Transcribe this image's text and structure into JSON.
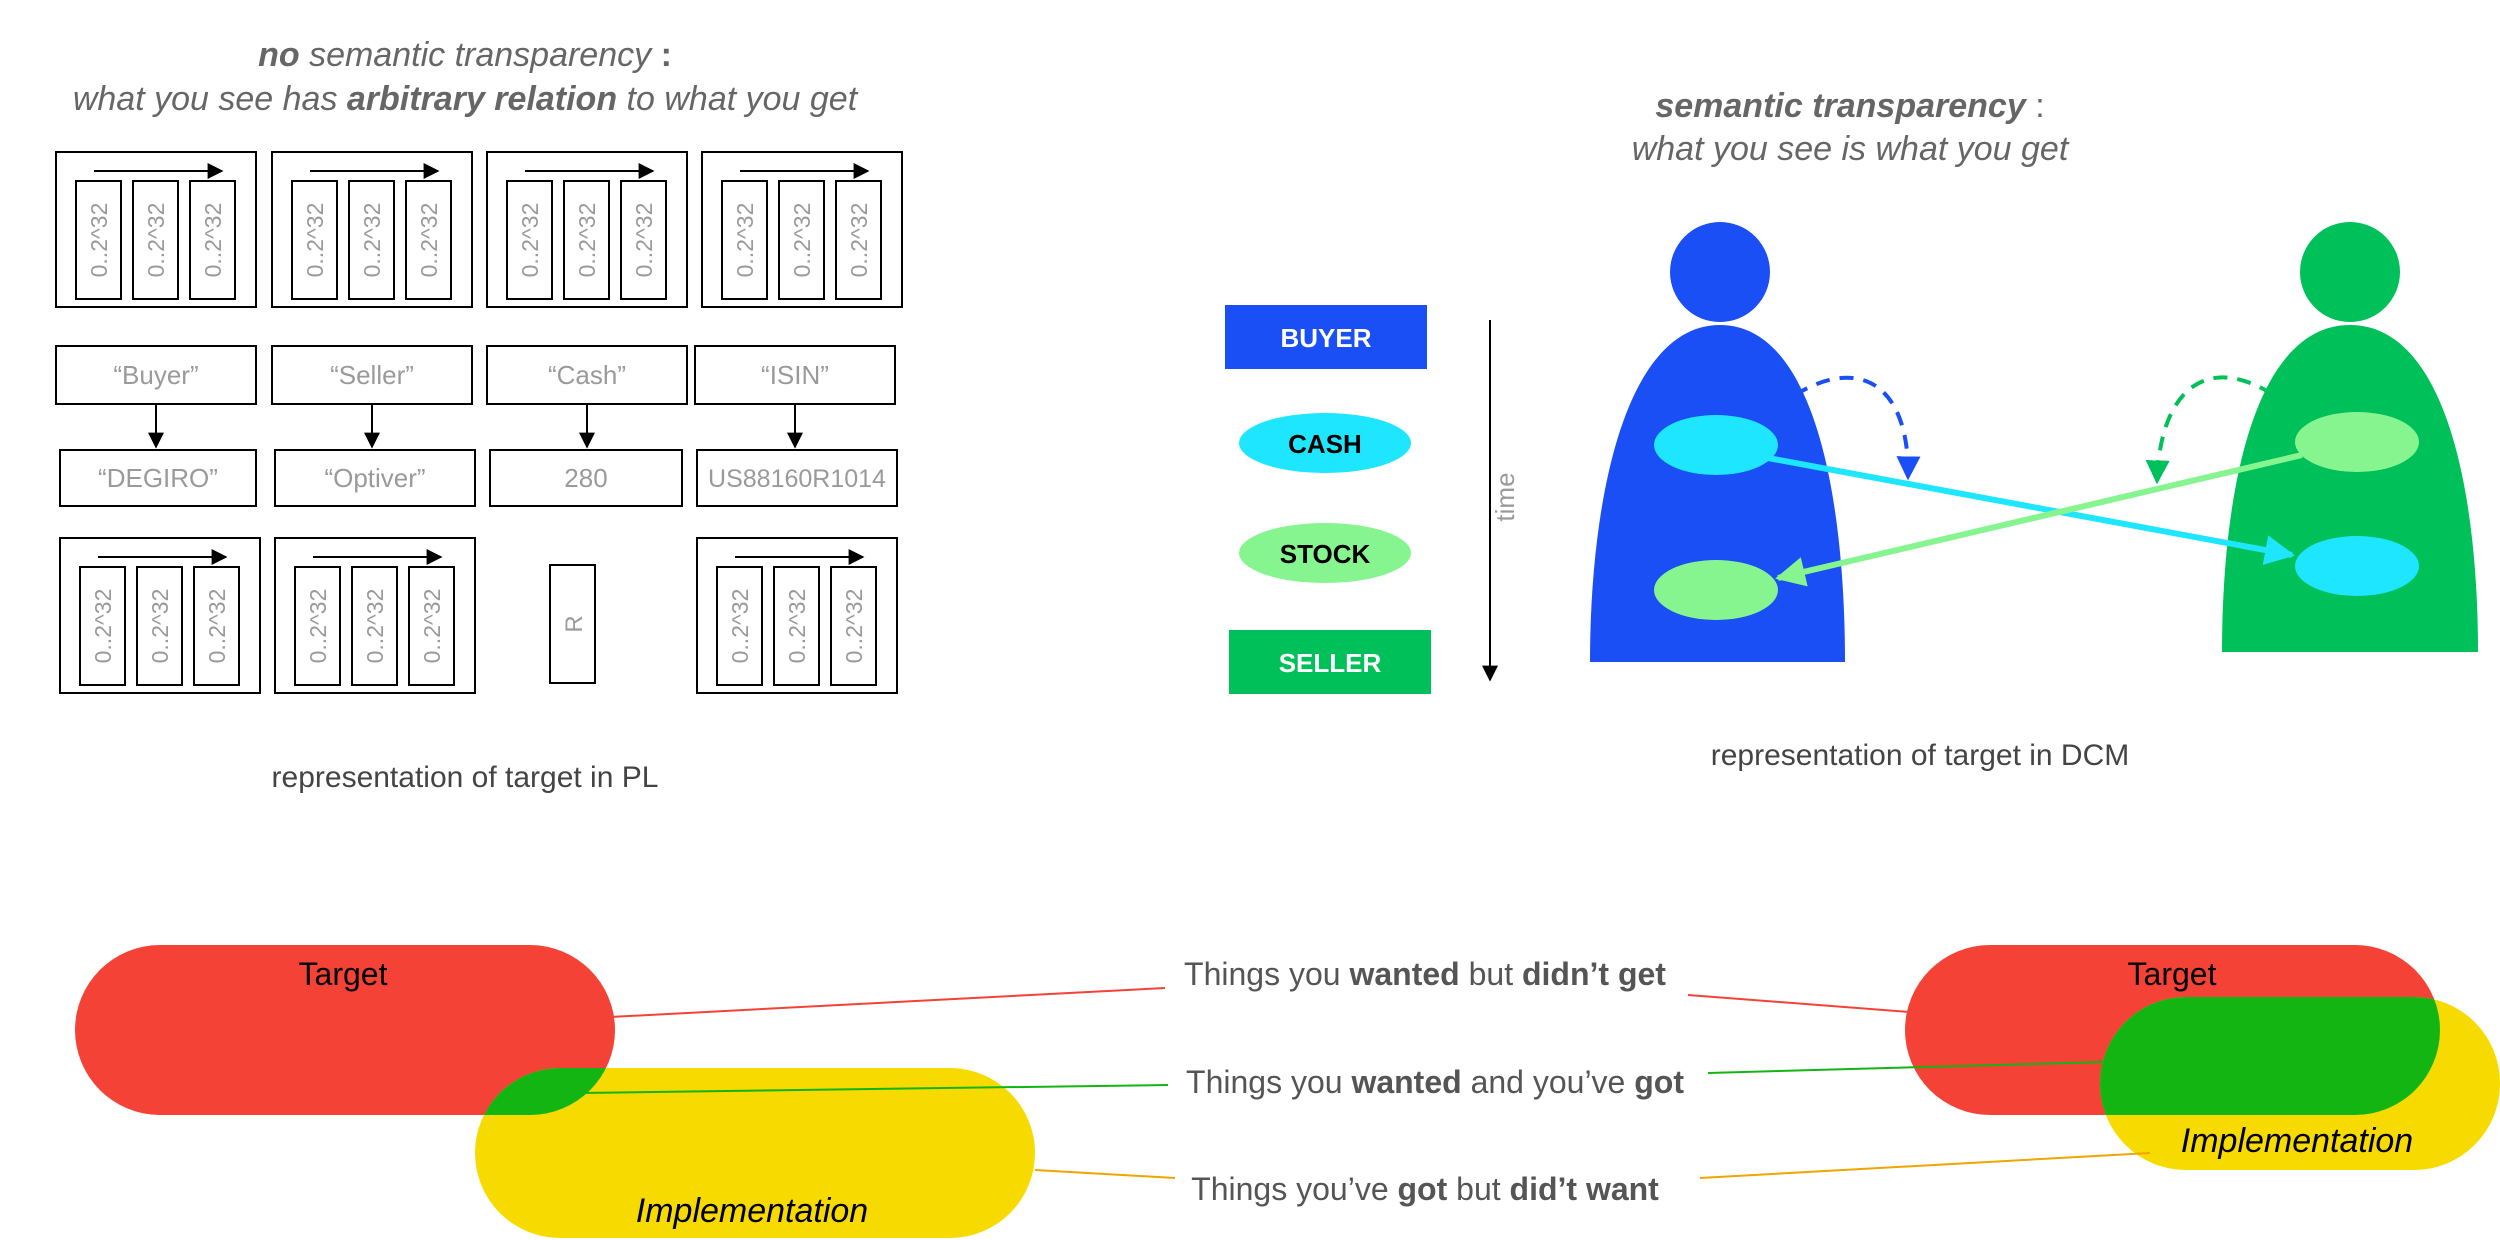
{
  "left_panel": {
    "title_bold": "no",
    "title_rest": " semantic transparency",
    "title_colon": " :",
    "subtitle_pre": "what you see has ",
    "subtitle_bold": "arbitrary relation",
    "subtitle_post": " to what you get",
    "bit_label": "0..2^32",
    "labels": [
      "“Buyer”",
      "“Seller”",
      "“Cash”",
      "“ISIN”"
    ],
    "values": [
      "“DEGIRO”",
      "“Optiver”",
      "280",
      "US88160R1014"
    ],
    "r_label": "R",
    "caption": "representation of target in PL"
  },
  "right_panel": {
    "title_bold": "semantic transparency",
    "title_colon": " :",
    "subtitle": "what you see is what you get",
    "legend": {
      "buyer": "BUYER",
      "cash": "CASH",
      "stock": "STOCK",
      "seller": "SELLER",
      "time": "time"
    },
    "caption": "representation of target in DCM"
  },
  "bottom": {
    "target": "Target",
    "implementation": "Implementation",
    "line1": {
      "a": "Things you ",
      "b": "wanted",
      "c": " but ",
      "d": "didn’t get"
    },
    "line2": {
      "a": "Things you ",
      "b": "wanted",
      "c": " and you’ve ",
      "d": "got"
    },
    "line3": {
      "a": "Things you’ve ",
      "b": "got",
      "c": " but ",
      "d": "did’t want"
    }
  },
  "colors": {
    "buyer_blue": "#1a4ff5",
    "seller_green": "#00c05a",
    "cash_cyan": "#1ee6ff",
    "stock_lightgreen": "#86f590",
    "target_red": "#f44236",
    "impl_yellow": "#f7db00",
    "overlap_green": "#13b513"
  }
}
